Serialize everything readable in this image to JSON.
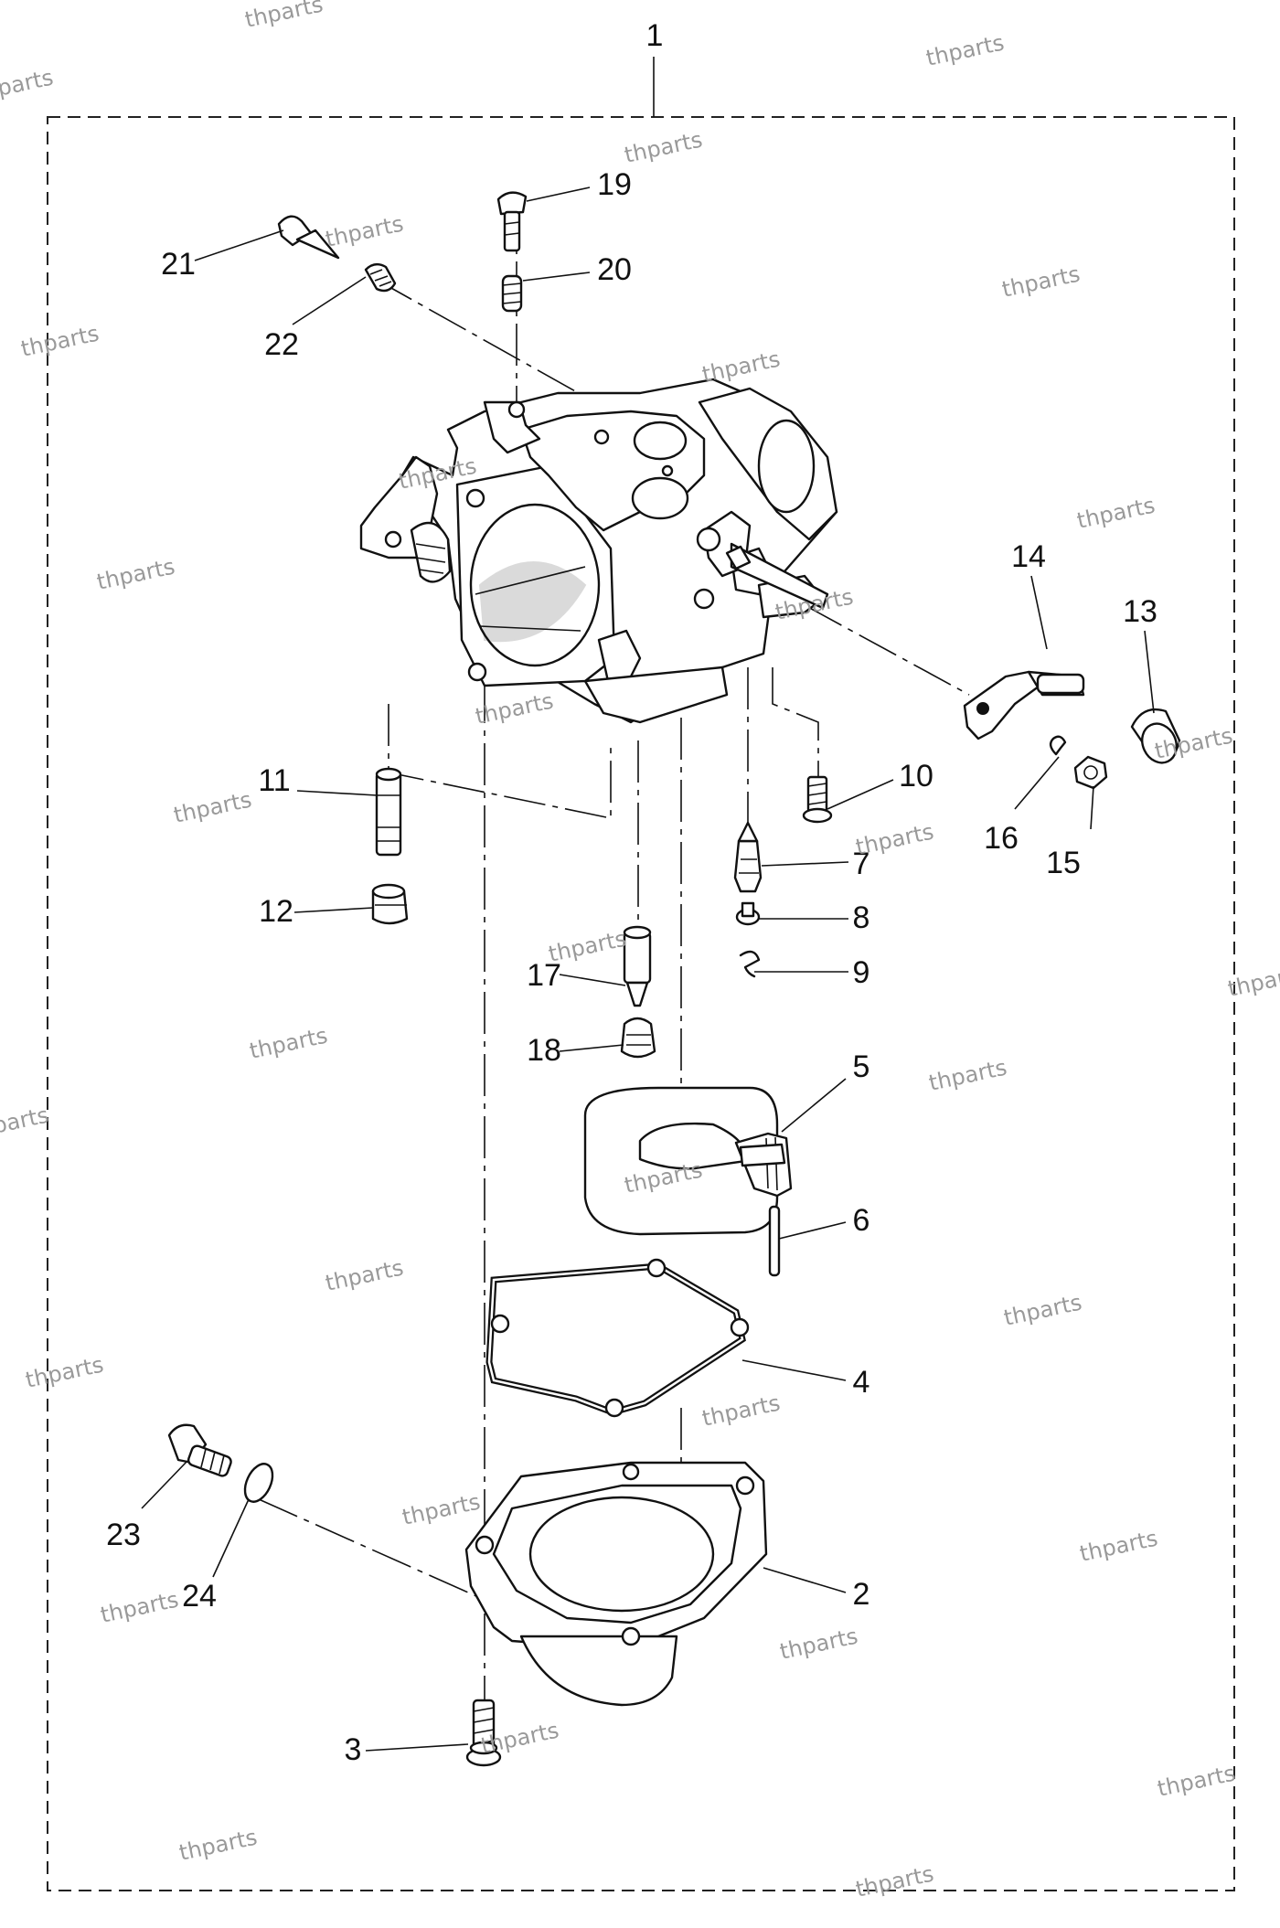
{
  "diagram": {
    "callouts": [
      "1",
      "2",
      "3",
      "4",
      "5",
      "6",
      "7",
      "8",
      "9",
      "10",
      "11",
      "12",
      "13",
      "14",
      "15",
      "16",
      "17",
      "18",
      "19",
      "20",
      "21",
      "22",
      "23",
      "24"
    ],
    "watermark_text": "thparts",
    "colors": {
      "line": "#111111",
      "watermark": "#9a9a9a",
      "background": "#ffffff"
    }
  }
}
